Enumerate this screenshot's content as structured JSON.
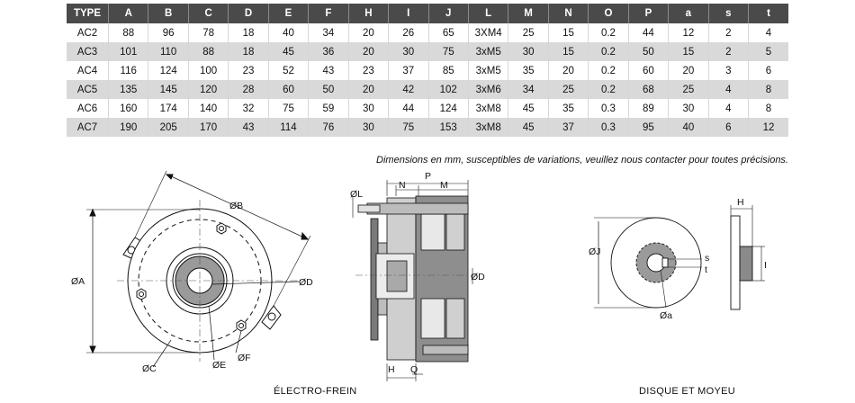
{
  "table": {
    "headers": [
      "TYPE",
      "A",
      "B",
      "C",
      "D",
      "E",
      "F",
      "H",
      "I",
      "J",
      "L",
      "M",
      "N",
      "O",
      "P",
      "a",
      "s",
      "t"
    ],
    "rows": [
      [
        "AC2",
        "88",
        "96",
        "78",
        "18",
        "40",
        "34",
        "20",
        "26",
        "65",
        "3XM4",
        "25",
        "15",
        "0.2",
        "44",
        "12",
        "2",
        "4"
      ],
      [
        "AC3",
        "101",
        "110",
        "88",
        "18",
        "45",
        "36",
        "20",
        "30",
        "75",
        "3xM5",
        "30",
        "15",
        "0.2",
        "50",
        "15",
        "2",
        "5"
      ],
      [
        "AC4",
        "116",
        "124",
        "100",
        "23",
        "52",
        "43",
        "23",
        "37",
        "85",
        "3xM5",
        "35",
        "20",
        "0.2",
        "60",
        "20",
        "3",
        "6"
      ],
      [
        "AC5",
        "135",
        "145",
        "120",
        "28",
        "60",
        "50",
        "20",
        "42",
        "102",
        "3xM6",
        "34",
        "25",
        "0.2",
        "68",
        "25",
        "4",
        "8"
      ],
      [
        "AC6",
        "160",
        "174",
        "140",
        "32",
        "75",
        "59",
        "30",
        "44",
        "124",
        "3xM8",
        "45",
        "35",
        "0.3",
        "89",
        "30",
        "4",
        "8"
      ],
      [
        "AC7",
        "190",
        "205",
        "170",
        "43",
        "114",
        "76",
        "30",
        "75",
        "153",
        "3xM8",
        "45",
        "37",
        "0.3",
        "95",
        "40",
        "6",
        "12"
      ]
    ]
  },
  "note": "Dimensions en mm, susceptibles de variations, veuillez nous contacter pour toutes précisions.",
  "captions": {
    "brake": "ÉLECTRO-FREIN",
    "disc": "DISQUE ET MOYEU"
  },
  "labels": {
    "A": "ØA",
    "B": "ØB",
    "C": "ØC",
    "D": "ØD",
    "E": "ØE",
    "F": "ØF",
    "L": "ØL",
    "N": "N",
    "P": "P",
    "M": "M",
    "Dside": "ØD",
    "H": "H",
    "Q": "Q",
    "J": "ØJ",
    "a": "Øa",
    "s": "s",
    "t": "t",
    "H2": "H",
    "I": "I"
  }
}
